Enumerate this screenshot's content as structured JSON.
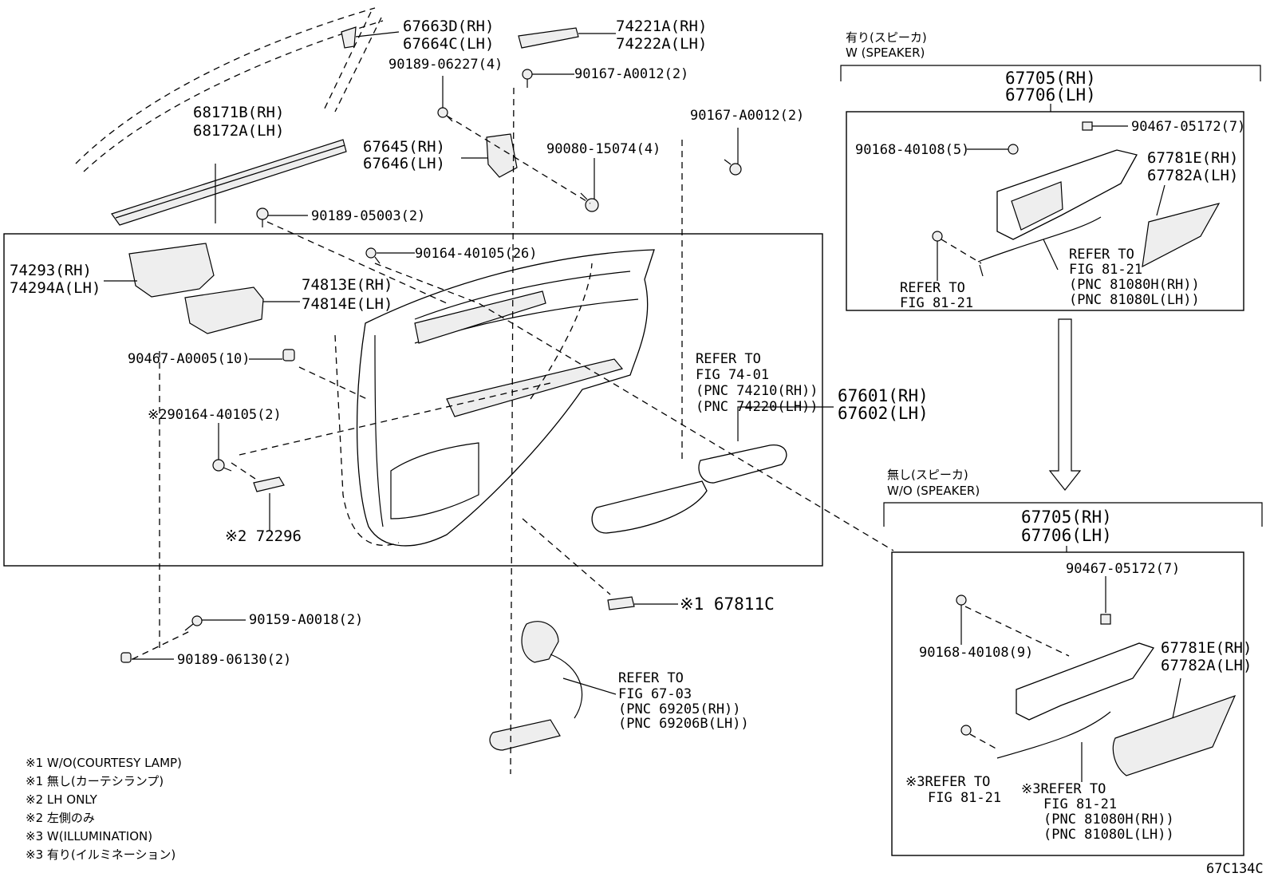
{
  "labels": {
    "p67663d": "67663D(RH)",
    "p67664c": "67664C(LH)",
    "p74221a": "74221A(RH)",
    "p74222a": "74222A(LH)",
    "s90189_06227": "90189-06227(4)",
    "s90167_a0012a": "90167-A0012(2)",
    "p68171b": "68171B(RH)",
    "p68172a": "68172A(LH)",
    "p67645": "67645(RH)",
    "p67646": "67646(LH)",
    "s90080_15074": "90080-15074(4)",
    "s90167_a0012b": "90167-A0012(2)",
    "s90189_05003": "90189-05003(2)",
    "s90164_40105": "90164-40105(26)",
    "p74293": "74293(RH)",
    "p74294a": "74294A(LH)",
    "p74813e": "74813E(RH)",
    "p74814e": "74814E(LH)",
    "s90467_a0005": "90467-A0005(10)",
    "s90164_40105_2": "※290164-40105(2)",
    "p72296": "※2 72296",
    "p67601": "67601(RH)",
    "p67602": "67602(LH)",
    "p67811c": "※1 67811C",
    "s90159_a0018": "90159-A0018(2)",
    "s90189_06130": "90189-06130(2)",
    "code": "67C134C"
  },
  "refs": {
    "fig7401": [
      "REFER TO",
      "FIG 74-01",
      "(PNC 74210(RH))",
      "(PNC 74220(LH))"
    ],
    "fig6703": [
      "REFER TO",
      "FIG 67-03",
      "(PNC 69205(RH))",
      "(PNC 69206B(LH))"
    ]
  },
  "speaker": {
    "heading_jp": "有り(スピーカ)",
    "heading_en": "W (SPEAKER)",
    "p67705": "67705(RH)",
    "p67706": "67706(LH)",
    "s90467_05172": "90467-05172(7)",
    "s90168_40108": "90168-40108(5)",
    "p67781e": "67781E(RH)",
    "p67782a": "67782A(LH)",
    "ref_left": [
      "REFER TO",
      "FIG 81-21"
    ],
    "ref_right": [
      "REFER TO",
      "FIG 81-21",
      "(PNC 81080H(RH))",
      "(PNC 81080L(LH))"
    ]
  },
  "nospeaker": {
    "heading_jp": "無し(スピーカ)",
    "heading_en": "W/O (SPEAKER)",
    "p67705": "67705(RH)",
    "p67706": "67706(LH)",
    "s90467_05172": "90467-05172(7)",
    "s90168_40108": "90168-40108(9)",
    "p67781e": "67781E(RH)",
    "p67782a": "67782A(LH)",
    "ref_left": [
      "※3REFER TO",
      "FIG 81-21"
    ],
    "ref_right": [
      "※3REFER TO",
      "FIG 81-21",
      "(PNC 81080H(RH))",
      "(PNC 81080L(LH))"
    ]
  },
  "notes": [
    "※1 W/O(COURTESY LAMP)",
    "※1 無し(カーテシランプ)",
    "※2 LH ONLY",
    "※2 左側のみ",
    "※3 W(ILLUMINATION)",
    "※3 有り(イルミネーション)"
  ],
  "icons": [
    "screw-icon",
    "clip-icon",
    "arrow-down-icon"
  ]
}
